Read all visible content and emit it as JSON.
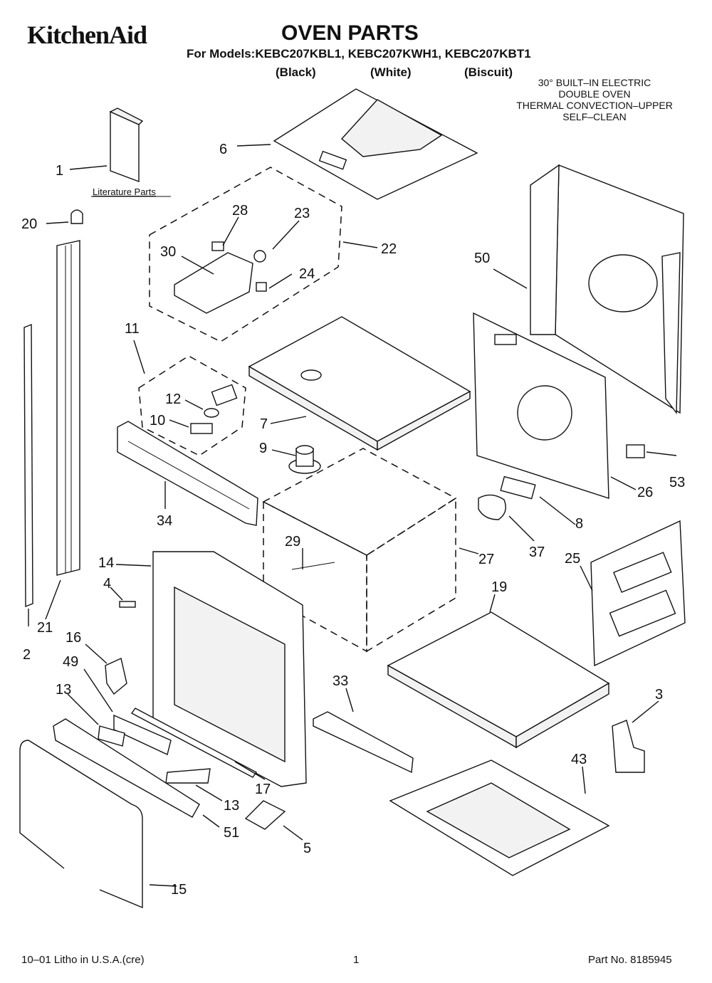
{
  "header": {
    "brand": "KitchenAid",
    "title": "OVEN PARTS",
    "models": "For Models:KEBC207KBL1, KEBC207KWH1, KEBC207KBT1",
    "variants": [
      "(Black)",
      "(White)",
      "(Biscuit)"
    ]
  },
  "description": [
    "30° BUILT–IN ELECTRIC",
    "DOUBLE OVEN",
    "THERMAL CONVECTION–UPPER",
    "SELF–CLEAN"
  ],
  "literature_label": "Literature Parts",
  "callouts": [
    "1",
    "2",
    "3",
    "4",
    "5",
    "6",
    "7",
    "8",
    "9",
    "10",
    "11",
    "12",
    "13",
    "13",
    "14",
    "15",
    "16",
    "17",
    "19",
    "20",
    "21",
    "22",
    "23",
    "24",
    "25",
    "26",
    "27",
    "28",
    "29",
    "30",
    "33",
    "34",
    "37",
    "43",
    "49",
    "50",
    "51",
    "53"
  ],
  "footer": {
    "left": "10–01 Litho in U.S.A.(cre)",
    "center": "1",
    "right": "Part No. 8185945"
  }
}
